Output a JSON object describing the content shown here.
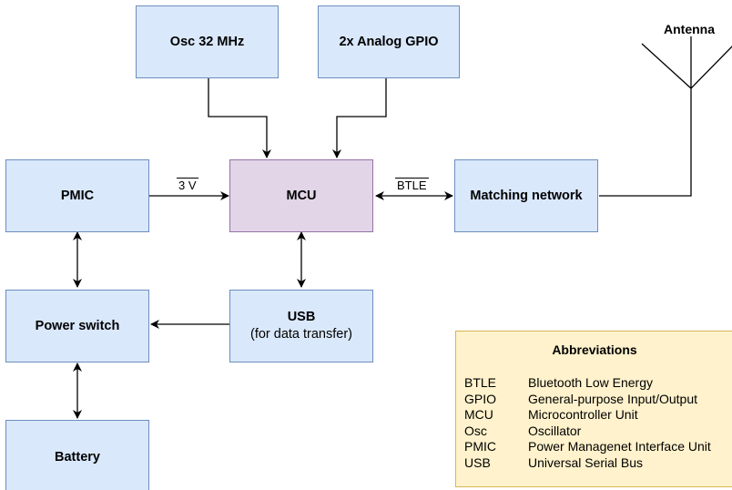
{
  "blocks": {
    "osc": {
      "title": "Osc 32 MHz"
    },
    "gpio": {
      "title": "2x Analog GPIO"
    },
    "pmic": {
      "title": "PMIC"
    },
    "mcu": {
      "title": "MCU"
    },
    "matching": {
      "title": "Matching network"
    },
    "power_switch": {
      "title": "Power switch"
    },
    "usb": {
      "title": "USB",
      "subtitle": "(for data transfer)"
    },
    "battery": {
      "title": "Battery"
    }
  },
  "edges": {
    "pmic_to_mcu": "3 V",
    "mcu_to_matching": "BTLE"
  },
  "antenna": {
    "label": "Antenna"
  },
  "abbreviations": {
    "title": "Abbreviations",
    "items": [
      {
        "abbr": "BTLE",
        "meaning": "Bluetooth Low Energy"
      },
      {
        "abbr": "GPIO",
        "meaning": "General-purpose Input/Output"
      },
      {
        "abbr": "MCU",
        "meaning": "Microcontroller Unit"
      },
      {
        "abbr": "Osc",
        "meaning": "Oscillator"
      },
      {
        "abbr": "PMIC",
        "meaning": "Power Managenet Interface Unit"
      },
      {
        "abbr": "USB",
        "meaning": "Universal Serial Bus"
      }
    ]
  },
  "colors": {
    "block_fill": "#dae8fc",
    "block_stroke": "#6c8ebf",
    "mcu_fill": "#e1d5e7",
    "mcu_stroke": "#9673a6",
    "legend_fill": "#fff2cc",
    "legend_stroke": "#d6b656",
    "line": "#000000"
  }
}
